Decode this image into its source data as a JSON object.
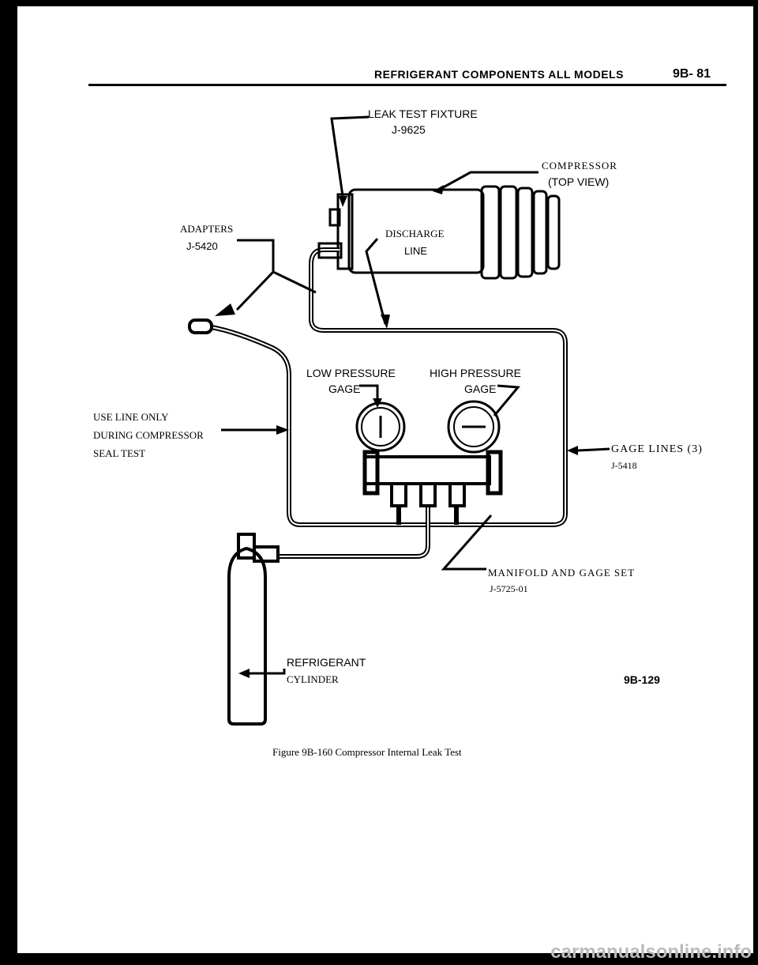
{
  "header": {
    "title": "REFRIGERANT COMPONENTS ALL MODELS",
    "page_number": "9B- 81"
  },
  "labels": {
    "leak_test_fixture": "LEAK TEST FIXTURE",
    "leak_test_fixture_part": "J-9625",
    "compressor": "COMPRESSOR",
    "compressor_view": "(TOP VIEW)",
    "adapters": "ADAPTERS",
    "adapters_part": "J-5420",
    "discharge": "DISCHARGE",
    "discharge_line": "LINE",
    "low_pressure": "LOW PRESSURE",
    "low_pressure_gage": "GAGE",
    "high_pressure": "HIGH PRESSURE",
    "high_pressure_gage": "GAGE",
    "use_line_1": "USE LINE ONLY",
    "use_line_2": "DURING COMPRESSOR",
    "use_line_3": "SEAL TEST",
    "gage_lines": "GAGE LINES (3)",
    "gage_lines_part": "J-5418",
    "manifold": "MANIFOLD AND GAGE SET",
    "manifold_part": "J-5725-01",
    "refrigerant": "REFRIGERANT",
    "cylinder": "CYLINDER",
    "figure_id": "9B-129",
    "caption": "Figure 9B-160 Compressor Internal Leak Test"
  },
  "watermark": "carmanualsonline.info"
}
